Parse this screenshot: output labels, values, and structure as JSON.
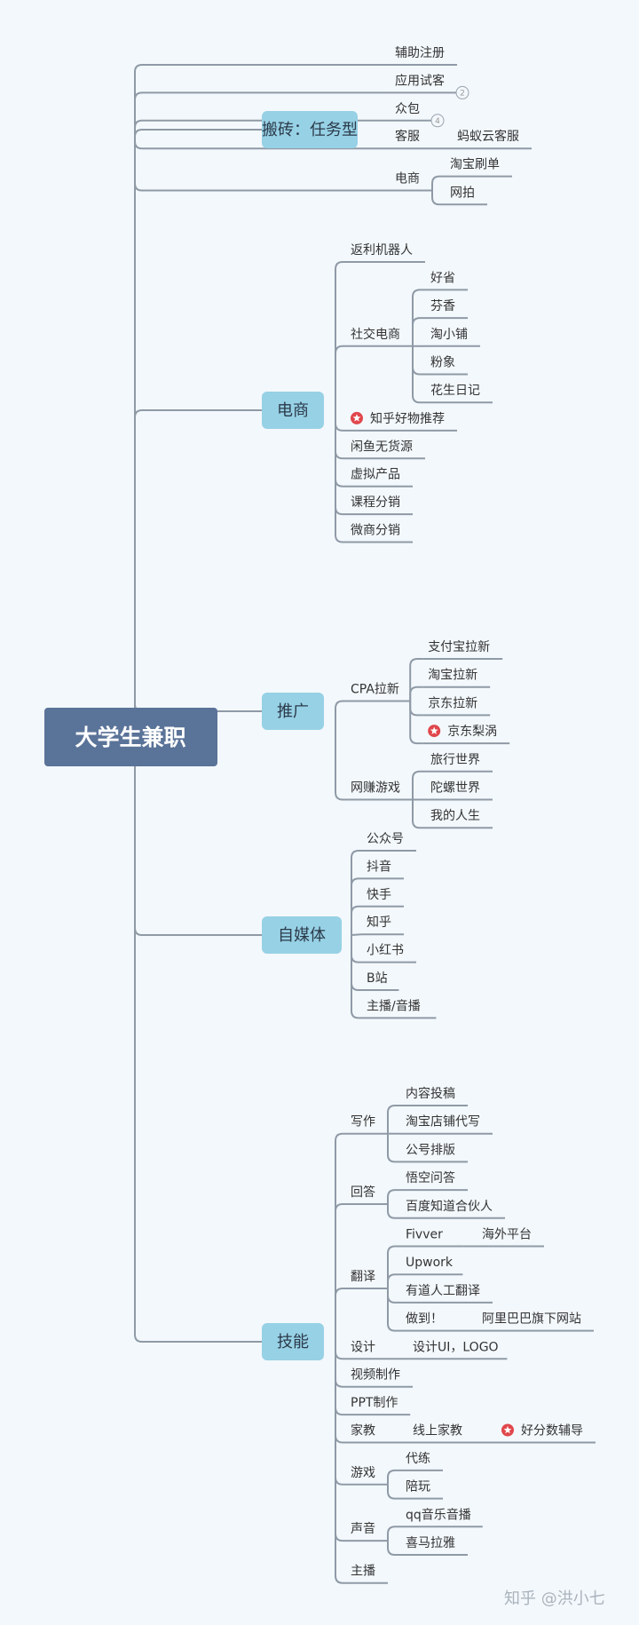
{
  "colors": {
    "root_fill": "#5a7398",
    "branch_fill": "#97d1e5",
    "line": "#8f9aa6",
    "star": "#e0474c",
    "background": "#f3f8fc"
  },
  "root": {
    "label": "大学生兼职"
  },
  "watermark": "知乎 @洪小七",
  "branches": [
    {
      "label": "搬砖：任务型",
      "items": [
        {
          "label": "辅助注册"
        },
        {
          "label": "应用试客",
          "badge": "2"
        },
        {
          "label": "众包",
          "badge": "4"
        },
        {
          "label": "客服",
          "children": [
            {
              "label": "蚂蚁云客服"
            }
          ]
        },
        {
          "label": "电商",
          "children": [
            {
              "label": "淘宝刷单"
            },
            {
              "label": "网拍"
            }
          ]
        }
      ]
    },
    {
      "label": "电商",
      "items": [
        {
          "label": "返利机器人"
        },
        {
          "label": "社交电商",
          "children": [
            {
              "label": "好省"
            },
            {
              "label": "芬香"
            },
            {
              "label": "淘小铺"
            },
            {
              "label": "粉象"
            },
            {
              "label": "花生日记"
            }
          ]
        },
        {
          "label": "知乎好物推荐",
          "star": true
        },
        {
          "label": "闲鱼无货源"
        },
        {
          "label": "虚拟产品"
        },
        {
          "label": "课程分销"
        },
        {
          "label": "微商分销"
        }
      ]
    },
    {
      "label": "推广",
      "items": [
        {
          "label": "CPA拉新",
          "children": [
            {
              "label": "支付宝拉新"
            },
            {
              "label": "淘宝拉新"
            },
            {
              "label": "京东拉新"
            },
            {
              "label": "京东梨涡",
              "star": true
            }
          ]
        },
        {
          "label": "网赚游戏",
          "children": [
            {
              "label": "旅行世界"
            },
            {
              "label": "陀螺世界"
            },
            {
              "label": "我的人生"
            }
          ]
        }
      ]
    },
    {
      "label": "自媒体",
      "items": [
        {
          "label": "公众号"
        },
        {
          "label": "抖音"
        },
        {
          "label": "快手"
        },
        {
          "label": "知乎"
        },
        {
          "label": "小红书"
        },
        {
          "label": "B站"
        },
        {
          "label": "主播/音播"
        }
      ]
    },
    {
      "label": "技能",
      "items": [
        {
          "label": "写作",
          "children": [
            {
              "label": "内容投稿"
            },
            {
              "label": "淘宝店铺代写"
            },
            {
              "label": "公号排版"
            }
          ]
        },
        {
          "label": "回答",
          "children": [
            {
              "label": "悟空问答"
            },
            {
              "label": "百度知道合伙人"
            }
          ]
        },
        {
          "label": "翻译",
          "children": [
            {
              "label": "Fivver",
              "children": [
                {
                  "label": "海外平台"
                }
              ]
            },
            {
              "label": "Upwork"
            },
            {
              "label": "有道人工翻译"
            },
            {
              "label": "做到！",
              "children": [
                {
                  "label": "阿里巴巴旗下网站"
                }
              ]
            }
          ]
        },
        {
          "label": "设计",
          "children": [
            {
              "label": "设计UI，LOGO"
            }
          ]
        },
        {
          "label": "视频制作"
        },
        {
          "label": "PPT制作"
        },
        {
          "label": "家教",
          "children": [
            {
              "label": "线上家教",
              "children": [
                {
                  "label": "好分数辅导",
                  "star": true
                }
              ]
            }
          ]
        },
        {
          "label": "游戏",
          "children": [
            {
              "label": "代练"
            },
            {
              "label": "陪玩"
            }
          ]
        },
        {
          "label": "声音",
          "children": [
            {
              "label": "qq音乐音播"
            },
            {
              "label": "喜马拉雅"
            }
          ]
        },
        {
          "label": "主播"
        }
      ]
    }
  ]
}
